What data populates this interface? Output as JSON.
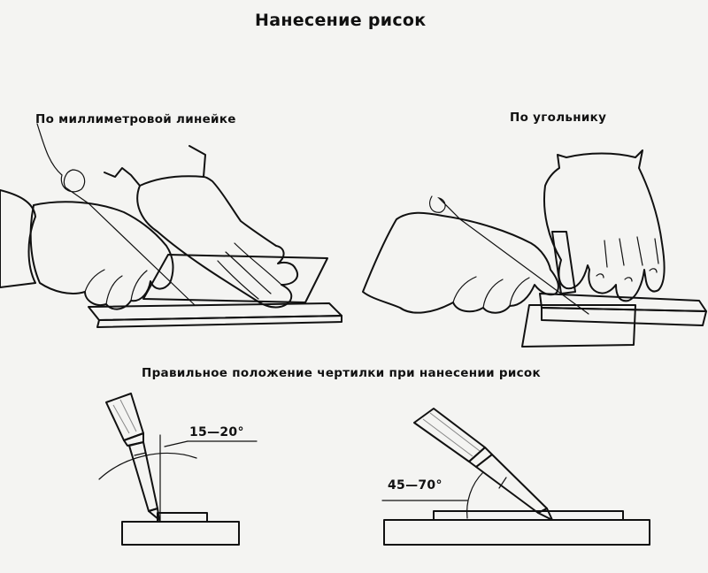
{
  "title": "Нанесение рисок",
  "captions": {
    "ruler": "По миллиметровой линейке",
    "square": "По угольнику",
    "position": "Правильное положение чертилки при нанесении рисок"
  },
  "angles": {
    "left": "15—20°",
    "right": "45—70°"
  },
  "colors": {
    "background": "#f4f4f2",
    "ink": "#111111",
    "plate": "#d8d8d6"
  },
  "icons": {
    "scribe": "scriber-tool-illustration",
    "hands": "hand-illustration"
  }
}
